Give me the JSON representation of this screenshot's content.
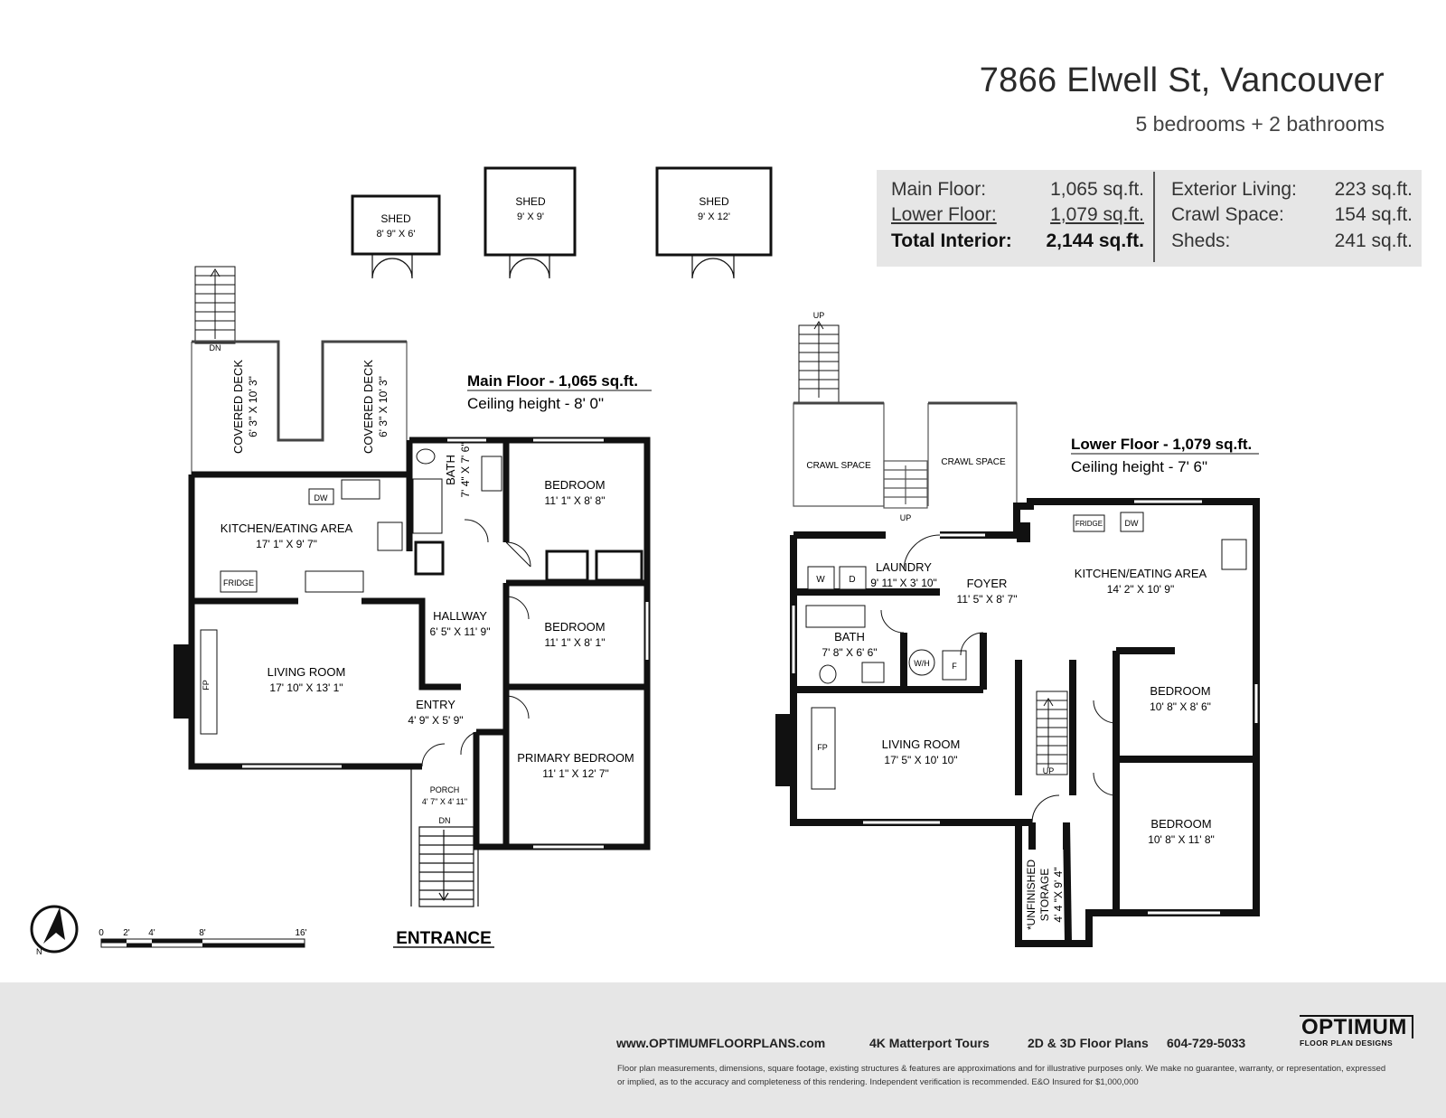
{
  "header": {
    "address": "7866 Elwell St, Vancouver",
    "summary": "5 bedrooms + 2 bathrooms"
  },
  "areas": {
    "main_floor": {
      "label": "Main Floor:",
      "value": "1,065 sq.ft."
    },
    "lower_floor": {
      "label": "Lower Floor:",
      "value": "1,079 sq.ft."
    },
    "total_interior": {
      "label": "Total Interior:",
      "value": "2,144 sq.ft."
    },
    "exterior_living": {
      "label": "Exterior Living:",
      "value": "223 sq.ft."
    },
    "crawl_space": {
      "label": "Crawl Space:",
      "value": "154 sq.ft."
    },
    "sheds": {
      "label": "Sheds:",
      "value": "241 sq.ft."
    }
  },
  "main_floor": {
    "title": "Main Floor - 1,065 sq.ft.",
    "ceiling": "Ceiling height - 8' 0\"",
    "rooms": {
      "shed1": {
        "name": "SHED",
        "dim": "8' 9\" X 6'"
      },
      "shed2": {
        "name": "SHED",
        "dim": "9' X 9'"
      },
      "shed3": {
        "name": "SHED",
        "dim": "9' X 12'"
      },
      "deck1": {
        "name": "COVERED DECK",
        "dim": "6' 3\" X 10' 3\""
      },
      "deck2": {
        "name": "COVERED DECK",
        "dim": "6' 3\" X 10' 3\""
      },
      "bath": {
        "name": "BATH",
        "dim": "7' 4\" X 7' 6\""
      },
      "bedroom1": {
        "name": "BEDROOM",
        "dim": "11' 1\" X 8' 8\""
      },
      "kitchen": {
        "name": "KITCHEN/EATING AREA",
        "dim": "17' 1\" X 9' 7\""
      },
      "hallway": {
        "name": "HALLWAY",
        "dim": "6' 5\" X 11' 9\""
      },
      "bedroom2": {
        "name": "BEDROOM",
        "dim": "11' 1\" X 8' 1\""
      },
      "living": {
        "name": "LIVING ROOM",
        "dim": "17' 10\" X 13' 1\""
      },
      "entry": {
        "name": "ENTRY",
        "dim": "4' 9\" X 5' 9\""
      },
      "primary": {
        "name": "PRIMARY BEDROOM",
        "dim": "11' 1\" X 12' 7\""
      },
      "porch": {
        "name": "PORCH",
        "dim": "4' 7\" X 4' 11\""
      }
    },
    "fixtures": {
      "dw": "DW",
      "fridge": "FRIDGE",
      "fp": "FP",
      "dn": "DN"
    },
    "entrance": "ENTRANCE"
  },
  "lower_floor": {
    "title": "Lower Floor - 1,079 sq.ft.",
    "ceiling": "Ceiling height - 7' 6\"",
    "rooms": {
      "crawl1": {
        "name": "CRAWL SPACE"
      },
      "crawl2": {
        "name": "CRAWL SPACE"
      },
      "laundry": {
        "name": "LAUNDRY",
        "dim": "9' 11\" X 3' 10\""
      },
      "foyer": {
        "name": "FOYER",
        "dim": "11' 5\" X 8' 7\""
      },
      "kitchen": {
        "name": "KITCHEN/EATING AREA",
        "dim": "14' 2\" X 10' 9\""
      },
      "bath": {
        "name": "BATH",
        "dim": "7' 8\" X 6' 6\""
      },
      "bedroom1": {
        "name": "BEDROOM",
        "dim": "10' 8\" X 8' 6\""
      },
      "living": {
        "name": "LIVING ROOM",
        "dim": "17' 5\" X 10' 10\""
      },
      "bedroom2": {
        "name": "BEDROOM",
        "dim": "10' 8\" X 11' 8\""
      },
      "storage": {
        "name": "*UNFINISHED",
        "name2": "STORAGE",
        "dim": "4' 4 \"X 9' 4\""
      }
    },
    "fixtures": {
      "fridge": "FRIDGE",
      "dw": "DW",
      "w": "W",
      "d": "D",
      "wh": "W/H",
      "f": "F",
      "fp": "FP",
      "up": "UP"
    }
  },
  "scale": {
    "ticks": [
      "0",
      "2'",
      "4'",
      "8'",
      "16'"
    ]
  },
  "compass": {
    "label": "N"
  },
  "footer": {
    "website": "www.OPTIMUMFLOORPLANS.com",
    "service1": "4K Matterport Tours",
    "service2": "2D & 3D Floor Plans",
    "phone": "604-729-5033",
    "disclaimer": "Floor plan measurements, dimensions, square footage, existing structures & features are approximations and for illustrative purposes only. We make no guarantee, warranty, or representation, expressed or implied, as to the accuracy and completeness of this rendering. Independent verification is recommended. E&O Insured for $1,000,000",
    "logo_main": "OPTIMUM",
    "logo_sub": "FLOOR PLAN DESIGNS"
  }
}
